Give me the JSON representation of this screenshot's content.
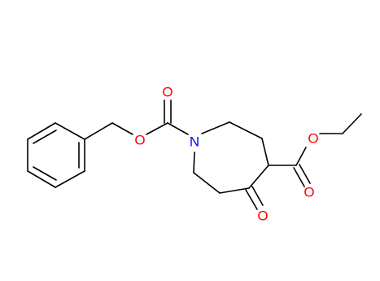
{
  "molecule": {
    "atoms": [
      {
        "id": "o_carbonyl_cbz",
        "element": "O",
        "label": "O",
        "color": "#ff0000"
      },
      {
        "id": "o_ester_cbz",
        "element": "O",
        "label": "O",
        "color": "#ff0000"
      },
      {
        "id": "n_ring",
        "element": "N",
        "label": "N",
        "color": "#0000ff"
      },
      {
        "id": "o_ester_ethyl",
        "element": "O",
        "label": "O",
        "color": "#ff0000"
      },
      {
        "id": "o_carbonyl_ethyl",
        "element": "O",
        "label": "O",
        "color": "#ff0000"
      },
      {
        "id": "o_ketone",
        "element": "O",
        "label": "O",
        "color": "#ff0000"
      }
    ],
    "bond_color": "#000000"
  }
}
